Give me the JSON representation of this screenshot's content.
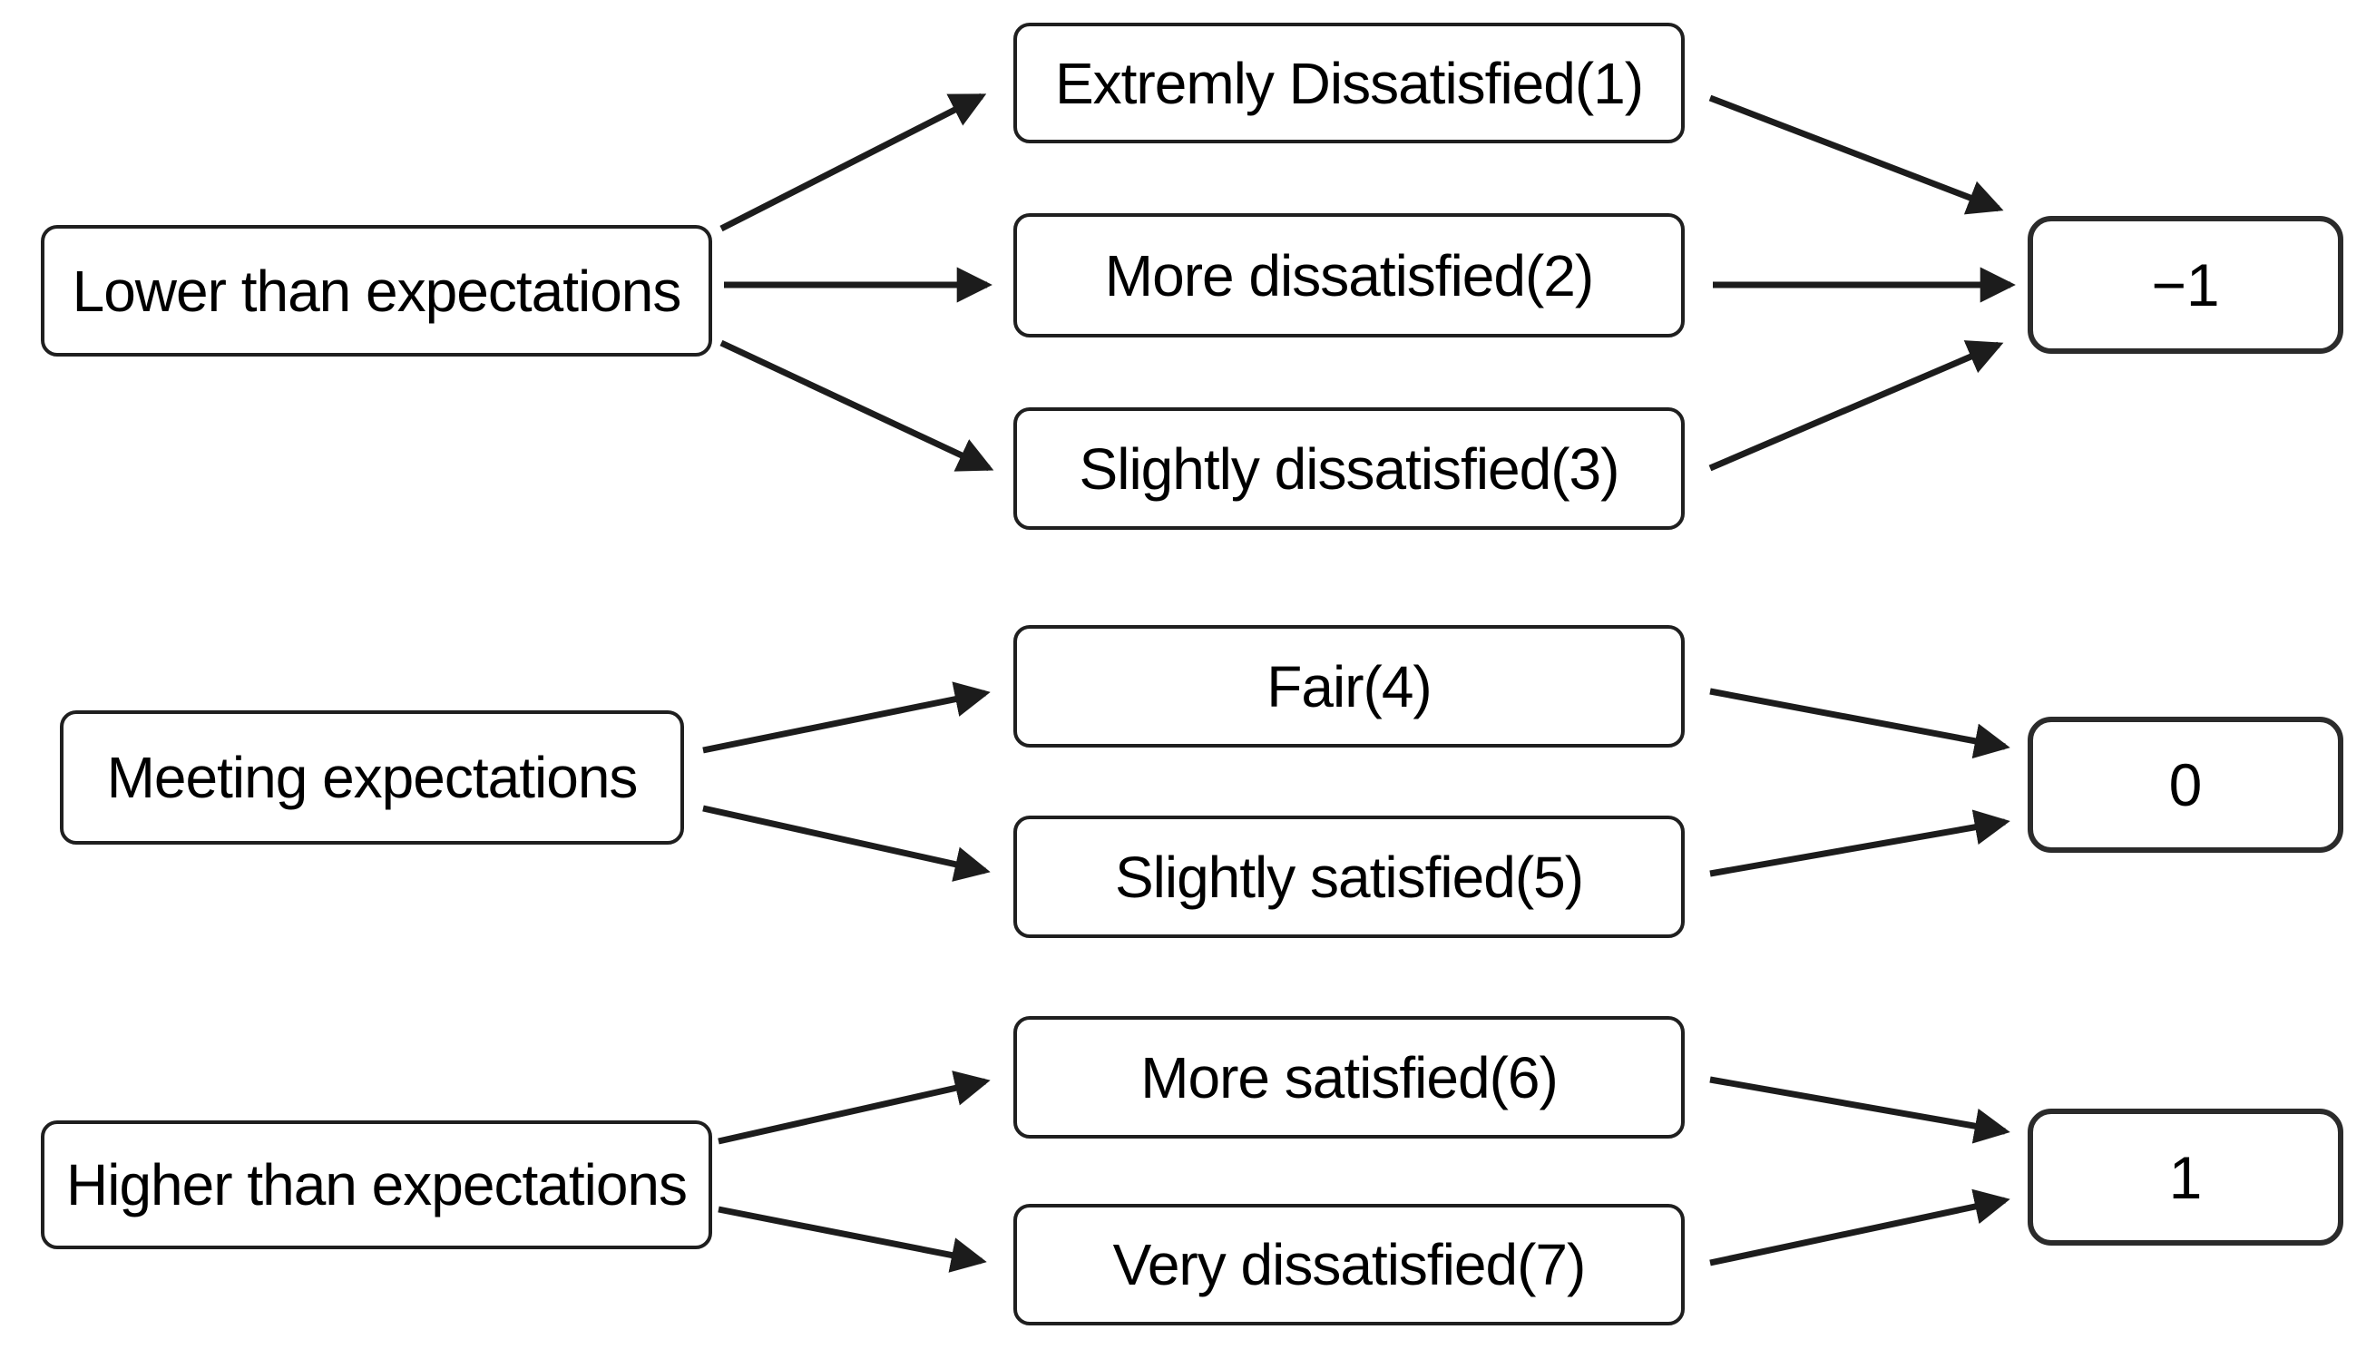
{
  "colors": {
    "background": "#ffffff",
    "box_border": "#1f1f1f",
    "arrow": "#1c1c1c",
    "text": "#000000"
  },
  "diagram": {
    "groups": [
      {
        "expectation": "Lower than expectations",
        "responses": [
          "Extremly Dissatisfied(1)",
          "More dissatisfied(2)",
          "Slightly dissatisfied(3)"
        ],
        "score": "−1"
      },
      {
        "expectation": "Meeting expectations",
        "responses": [
          "Fair(4)",
          "Slightly satisfied(5)"
        ],
        "score": "0"
      },
      {
        "expectation": "Higher than expectations",
        "responses": [
          "More satisfied(6)",
          "Very dissatisfied(7)"
        ],
        "score": "1"
      }
    ]
  }
}
